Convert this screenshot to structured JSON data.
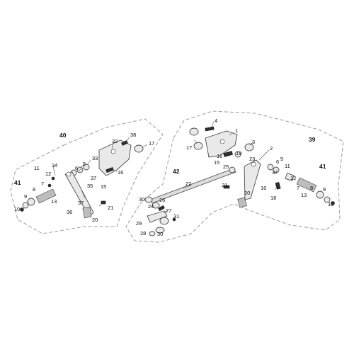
{
  "groups": {
    "left_assembly": "40",
    "right_assembly": "39",
    "linkage": "42",
    "left_peg": "41",
    "right_peg": "41"
  },
  "callouts": {
    "l38": "38",
    "l17": "17",
    "l32": "32",
    "l33": "33",
    "l5": "5",
    "l6": "6",
    "l16": "16",
    "l37": "37",
    "l15": "15",
    "l34": "34",
    "l11": "11",
    "l12": "12",
    "l7": "7",
    "l8": "8",
    "l9": "9",
    "l10": "10",
    "l13": "13",
    "l35": "35",
    "l36": "36",
    "l21": "21",
    "l20": "20",
    "l37b": "37",
    "r4": "4",
    "r1": "1",
    "r17": "17",
    "r3": "3",
    "r16": "16",
    "r19": "19",
    "r15": "15",
    "r25": "25",
    "r23": "23",
    "r2": "2",
    "r5": "5",
    "r37": "37",
    "r11": "11",
    "r12": "12",
    "r7": "7",
    "r16b": "16",
    "r13": "13",
    "r18": "18",
    "r8": "8",
    "r9": "9",
    "r10": "10",
    "r20": "20",
    "r21": "21",
    "r22": "22",
    "r30": "30",
    "r26": "26",
    "r24": "24",
    "r27": "27",
    "r31": "31",
    "r29": "29",
    "r28": "28",
    "r30b": "30",
    "r6": "6"
  }
}
